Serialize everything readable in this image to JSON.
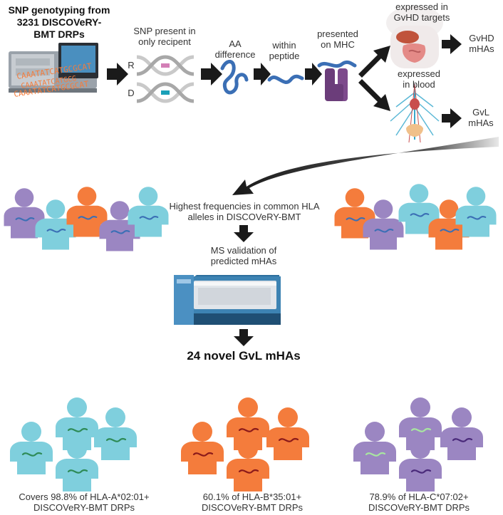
{
  "header": {
    "line1": "SNP genotyping from",
    "line2": "3231 DISCOVeRY-",
    "line3": "BMT DRPs"
  },
  "steps": {
    "snp_line1": "SNP present in",
    "snp_line2": "only recipent",
    "r_label": "R",
    "d_label": "D",
    "aa_line1": "AA",
    "aa_line2": "difference",
    "peptide_line1": "within",
    "peptide_line2": "peptide",
    "mhc_line1": "presented",
    "mhc_line2": "on MHC",
    "gvhd_tissue_line1": "expressed in",
    "gvhd_tissue_line2": "GvHD targets",
    "blood_line1": "expressed",
    "blood_line2": "in blood",
    "gvhd_line1": "GvHD",
    "gvhd_line2": "mHAs",
    "gvl_line1": "GvL",
    "gvl_line2": "mHAs"
  },
  "middle": {
    "freq_line1": "Highest frequencies in common HLA",
    "freq_line2": "alleles in DISCOVeRY-BMT",
    "ms_line1": "MS validation of",
    "ms_line2": "predicted mHAs",
    "result": "24 novel GvL mHAs"
  },
  "coverage": [
    {
      "line1": "Covers 98.8% of HLA-A*02:01+",
      "line2": "DISCOVeRY-BMT DRPs",
      "color": "#7fcfdd"
    },
    {
      "line1": "60.1% of HLA-B*35:01+",
      "line2": "DISCOVeRY-BMT DRPs",
      "color": "#f47c3c"
    },
    {
      "line1": "78.9% of HLA-C*07:02+",
      "line2": "DISCOVeRY-BMT DRPs",
      "color": "#9b86c2"
    }
  ],
  "sequence_text": [
    "CAAATATCATGCGCAT",
    "CAAATATCATGCG",
    "CAAATATCATGCGCAT"
  ],
  "colors": {
    "teal": "#7fcfdd",
    "orange": "#f47c3c",
    "purple": "#9b86c2",
    "arrow": "#1a1a1a",
    "mhc": "#6b3d7a",
    "protein": "#3b6fb5"
  }
}
